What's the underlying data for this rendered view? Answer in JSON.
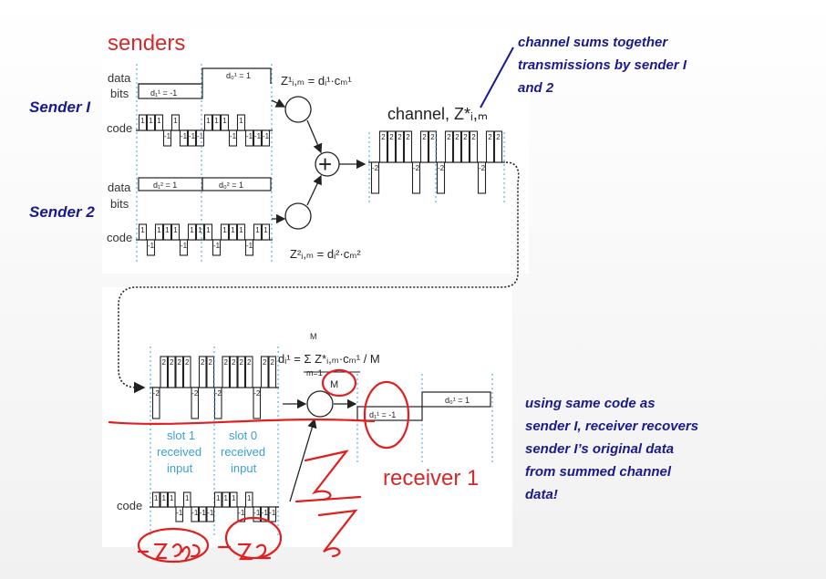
{
  "senders_title": "senders",
  "sender1_label": "Sender I",
  "sender2_label": "Sender 2",
  "data_bits_label": [
    "data",
    "bits"
  ],
  "code_label": "code",
  "sender1": {
    "d1_label": "d₁¹ = -1",
    "d0_label": "d₀¹ = 1",
    "code_chips_slot1": [
      "1",
      "1",
      "1",
      "-1",
      "1",
      "-1",
      "-1",
      "-1"
    ],
    "code_chips_slot0": [
      "1",
      "1",
      "1",
      "-1",
      "1",
      "-1",
      "-1",
      "-1"
    ],
    "formula": "Z¹ᵢ,ₘ = dᵢ¹·cₘ¹"
  },
  "sender2": {
    "d1_label": "d₁² = 1",
    "d0_label": "d₀² = 1",
    "code_chips_slot1": [
      "1",
      "-1",
      "1",
      "1",
      "1",
      "-1",
      "1",
      "1"
    ],
    "code_chips_slot0": [
      "1",
      "-1",
      "1",
      "1",
      "1",
      "-1",
      "1",
      "1"
    ],
    "formula": "Z²ᵢ,ₘ = dᵢ²·cₘ²"
  },
  "channel_label": "channel, Z*ᵢ,ₘ",
  "channel_values": [
    "-2",
    "2",
    "2",
    "2",
    "2",
    "-2",
    "2",
    "2"
  ],
  "note_top": [
    "channel sums together",
    "transmissions by sender I",
    "and 2"
  ],
  "received": {
    "values": [
      "-2",
      "2",
      "2",
      "2",
      "2",
      "-2",
      "2",
      "2"
    ],
    "slot1_label": [
      "slot 1",
      "received",
      "input"
    ],
    "slot0_label": [
      "slot 0",
      "received",
      "input"
    ],
    "code_chips": [
      "1",
      "1",
      "1",
      "-1",
      "1",
      "-1",
      "-1",
      "-1"
    ]
  },
  "decode_formula": "dᵢ¹ = Σ Z*ᵢ,ₘ·cₘ¹ / M",
  "decode_sum_top": "M",
  "decode_sum_bottom": "m=1",
  "decode_M": "M",
  "out_d1_label": "d₁¹ = -1",
  "out_d0_label": "d₀¹ = 1",
  "receiver_label": "receiver 1",
  "note_bottom": [
    "using same code as",
    "sender I, receiver recovers",
    "sender I’s original data",
    "from summed channel",
    "data!"
  ],
  "colors": {
    "title_red": "#d42a2a",
    "note_blue": "#1a1a8c",
    "ink": "#222222",
    "grid_blue": "#3aa0d8",
    "annot_red": "#e02020"
  }
}
